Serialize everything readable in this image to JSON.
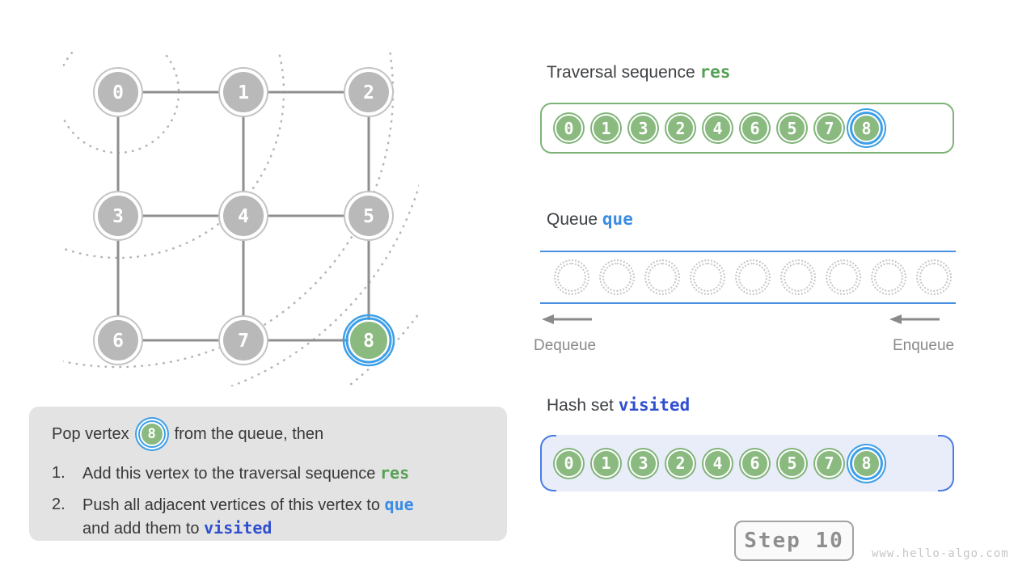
{
  "colors": {
    "node_green": "#8aba80",
    "node_green_ring": "#80b478",
    "node_gray": "#b9b9b9",
    "node_gray_ring": "#c3c3c3",
    "highlight_blue": "#3e9fe8",
    "code_green": "#55a055",
    "code_azure": "#3b8ce4",
    "code_indigo": "#2f4fd0",
    "queue_line_blue": "#4a90e2",
    "hash_bracket_blue": "#4a7ce4",
    "hash_bg": "#e9edf9",
    "res_border_green": "#7db377",
    "info_box_bg": "#e3e3e3",
    "muted_gray": "#8a8a8a"
  },
  "graph": {
    "vertices": [
      {
        "label": "0",
        "state": "default"
      },
      {
        "label": "1",
        "state": "default"
      },
      {
        "label": "2",
        "state": "default"
      },
      {
        "label": "3",
        "state": "default"
      },
      {
        "label": "4",
        "state": "default"
      },
      {
        "label": "5",
        "state": "default"
      },
      {
        "label": "6",
        "state": "default"
      },
      {
        "label": "7",
        "state": "default"
      },
      {
        "label": "8",
        "state": "current"
      }
    ],
    "edges": [
      [
        0,
        1
      ],
      [
        1,
        2
      ],
      [
        3,
        4
      ],
      [
        4,
        5
      ],
      [
        6,
        7
      ],
      [
        7,
        8
      ],
      [
        0,
        3
      ],
      [
        3,
        6
      ],
      [
        1,
        4
      ],
      [
        4,
        7
      ],
      [
        2,
        5
      ],
      [
        5,
        8
      ]
    ],
    "bfs_level_arcs": 5
  },
  "instruction": {
    "pop_prefix": "Pop vertex",
    "pop_vertex": "8",
    "pop_suffix": "from the queue, then",
    "step1_num": "1.",
    "step1_text": "Add this vertex to the traversal sequence",
    "step1_code": "res",
    "step2_num": "2.",
    "step2_text": "Push all adjacent vertices of this vertex to",
    "step2_code": "que",
    "step2_text2": "and add them to",
    "step2_code2": "visited"
  },
  "sections": {
    "res": {
      "title": "Traversal sequence",
      "code": "res",
      "items": [
        "0",
        "1",
        "3",
        "2",
        "4",
        "6",
        "5",
        "7",
        "8"
      ],
      "current": "8"
    },
    "queue": {
      "title": "Queue",
      "code": "que",
      "empty_slots": 9,
      "dequeue_label": "Dequeue",
      "enqueue_label": "Enqueue"
    },
    "visited": {
      "title": "Hash set",
      "code": "visited",
      "items": [
        "0",
        "1",
        "3",
        "2",
        "4",
        "6",
        "5",
        "7",
        "8"
      ],
      "current": "8"
    }
  },
  "footer": {
    "step_label": "Step 10",
    "watermark": "www.hello-algo.com"
  }
}
